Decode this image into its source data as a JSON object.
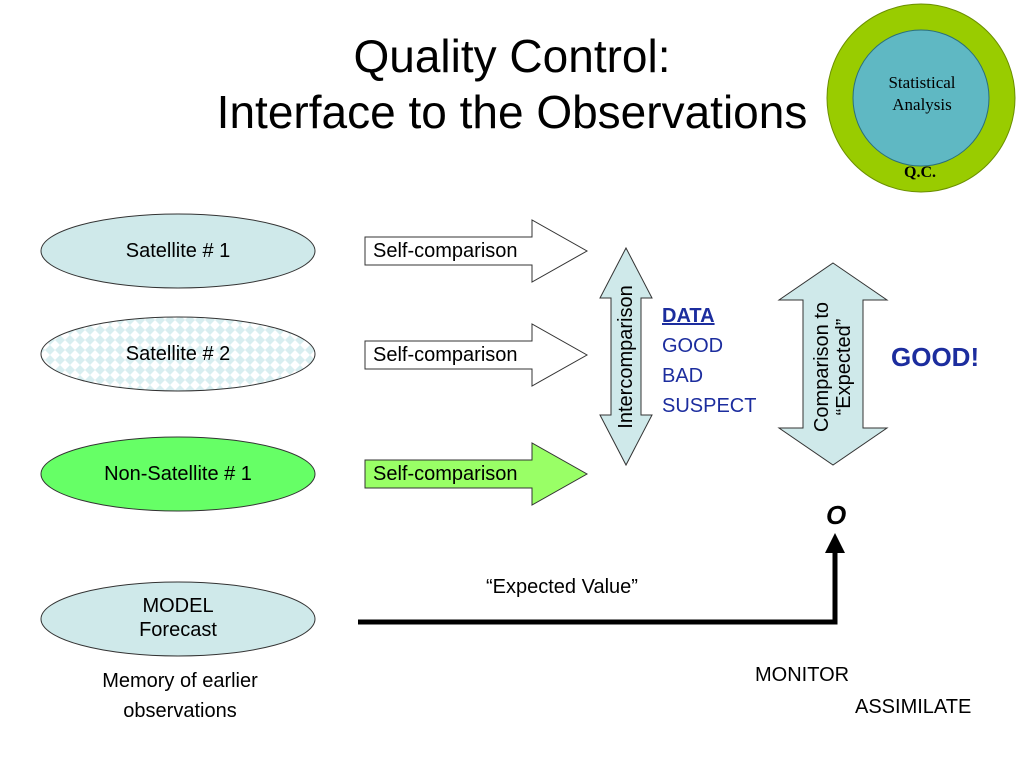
{
  "title": {
    "line1": "Quality Control:",
    "line2": "Interface to the Observations"
  },
  "qc_badge": {
    "inner_text_1": "Statistical",
    "inner_text_2": "Analysis",
    "label": "Q.C."
  },
  "sources": [
    {
      "label": "Satellite # 1"
    },
    {
      "label": "Satellite # 2"
    },
    {
      "label": "Non-Satellite # 1"
    }
  ],
  "model": {
    "line1": "MODEL",
    "line2": "Forecast"
  },
  "self_comparison_label": "Self-comparison",
  "intercomparison_label": "Intercomparison",
  "comparison_expected": {
    "line1": "Comparison to",
    "line2": "“Expected”"
  },
  "status": {
    "header": "DATA",
    "good": "GOOD",
    "bad": "BAD",
    "suspect": "SUSPECT"
  },
  "good_result": "GOOD!",
  "observation_mark": "O",
  "expected_value_label": "“Expected Value”",
  "memory_note": "Memory of earlier observations",
  "monitor_label": "MONITOR",
  "assimilate_label": "ASSIMILATE",
  "colors": {
    "ellipse_blue": "#cfe9ea",
    "ellipse_green": "#66ff66",
    "arrow_green": "#99ff66",
    "vertical_arrow": "#cfe9ea",
    "outer_ring": "#99cc00",
    "inner_circle": "#5fb8c3",
    "status_text": "#1c2d9e"
  }
}
